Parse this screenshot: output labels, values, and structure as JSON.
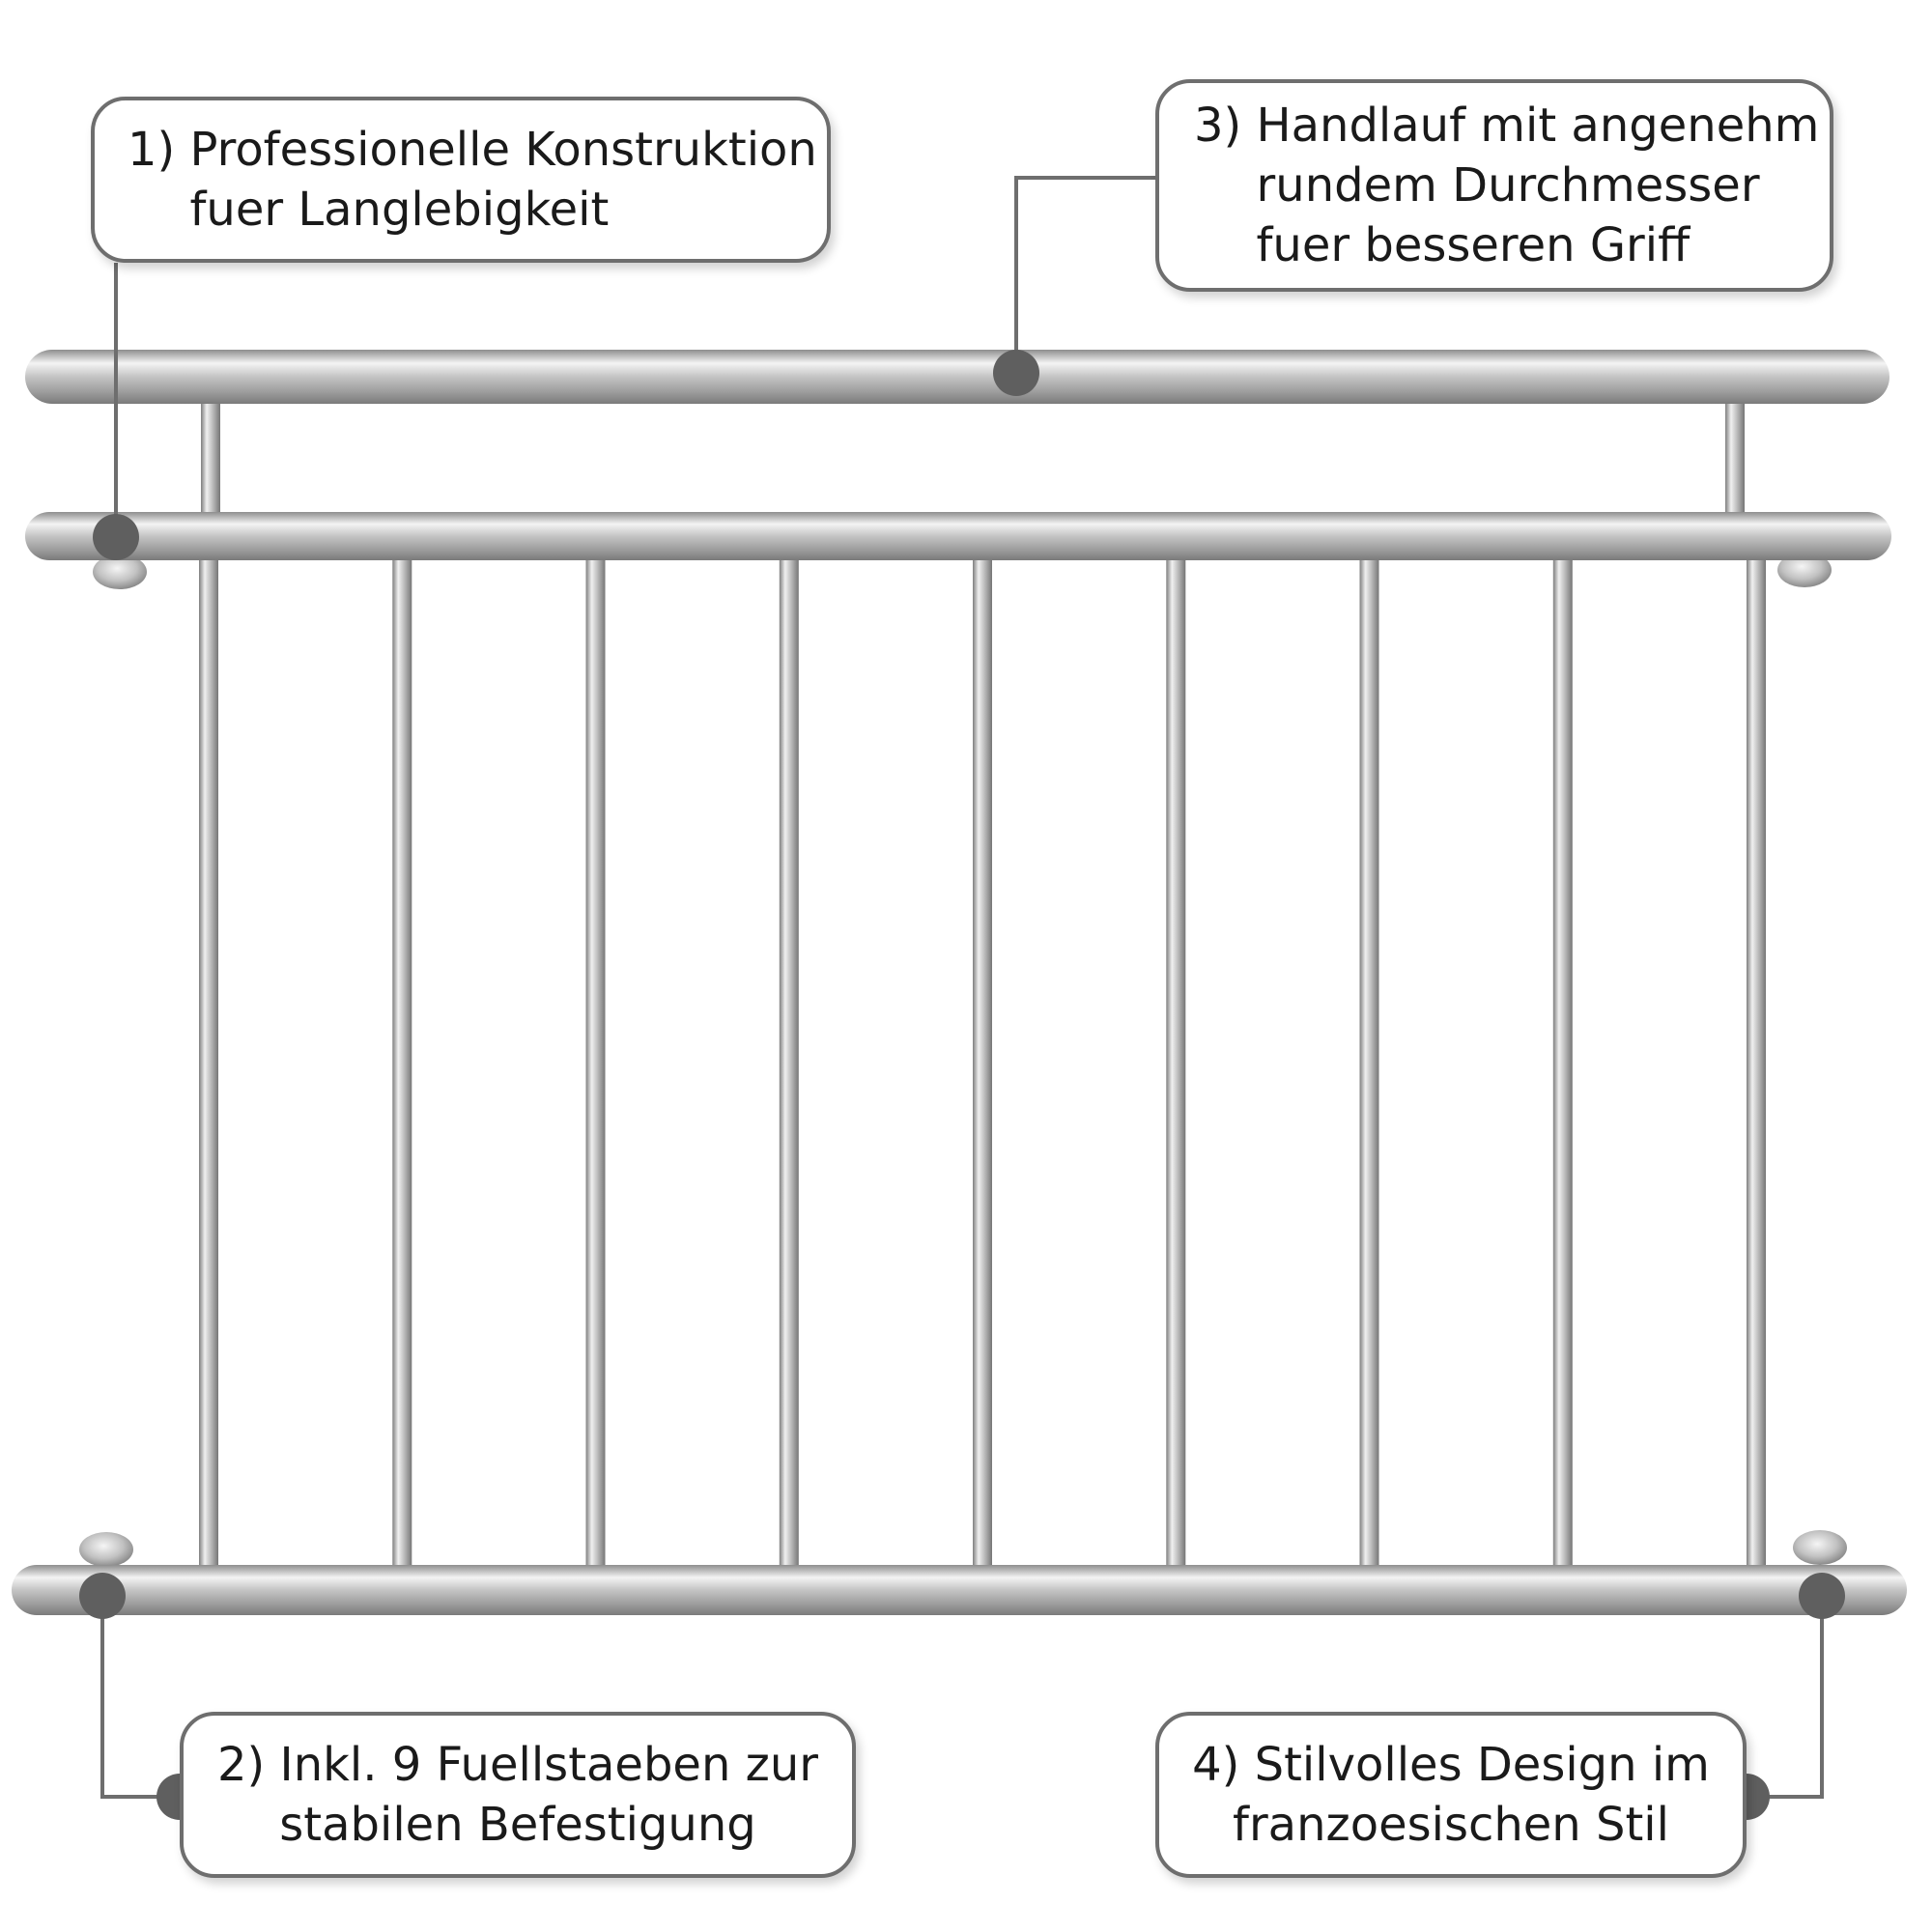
{
  "callouts": [
    {
      "number": "1)",
      "lines": [
        "Professionelle Konstruktion",
        "fuer Langlebigkeit"
      ]
    },
    {
      "number": "2)",
      "lines": [
        "Inkl. 9 Fuellstaeben zur",
        "stabilen Befestigung"
      ]
    },
    {
      "number": "3)",
      "lines": [
        "Handlauf mit angenehm",
        "rundem Durchmesser",
        "fuer besseren Griff"
      ]
    },
    {
      "number": "4)",
      "lines": [
        "Stilvolles Design im",
        "franzoesischen Stil"
      ]
    }
  ],
  "railing": {
    "infill_bar_count": 9,
    "steel_color": "#b9b9b9",
    "highlight_color": "#f2f2f2",
    "marker_color": "#5f5f5f",
    "leader_color": "#6e6e6e"
  }
}
